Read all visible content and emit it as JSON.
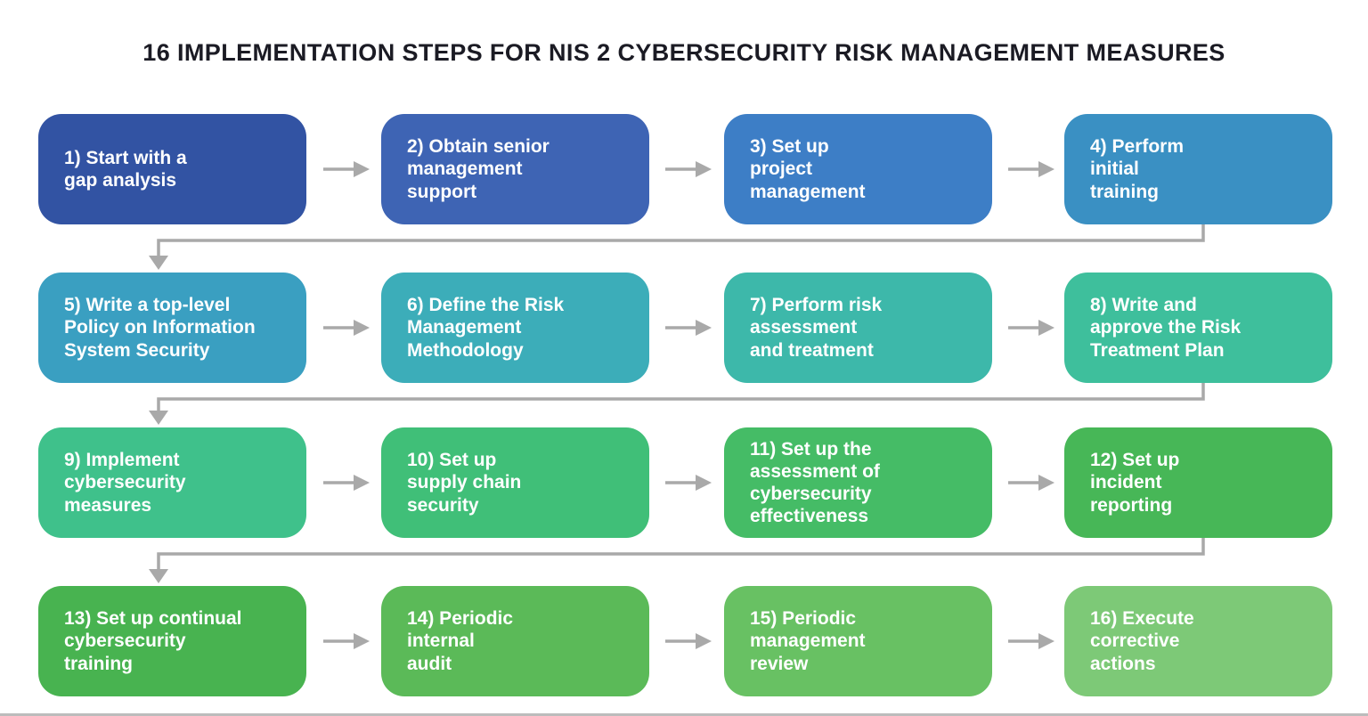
{
  "title": "16 IMPLEMENTATION STEPS FOR NIS 2 CYBERSECURITY RISK MANAGEMENT MEASURES",
  "colors": {
    "title_text": "#1b1b24",
    "step_text": "#ffffff",
    "arrow": "#a9a9a9",
    "background": "#ffffff"
  },
  "diagram": {
    "steps": [
      {
        "text": "1) Start with a\ngap analysis",
        "color": "#3253a3"
      },
      {
        "text": "2) Obtain senior\nmanagement\nsupport",
        "color": "#3e64b4"
      },
      {
        "text": "3) Set up\nproject\nmanagement",
        "color": "#3d7ec6"
      },
      {
        "text": "4) Perform\ninitial\ntraining",
        "color": "#3a90c3"
      },
      {
        "text": "5) Write a top-level\nPolicy on Information\nSystem Security",
        "color": "#3a9fc1"
      },
      {
        "text": "6) Define the Risk\nManagement\nMethodology",
        "color": "#3cadb9"
      },
      {
        "text": "7) Perform risk\nassessment\nand treatment",
        "color": "#3db8aa"
      },
      {
        "text": "8) Write and\napprove the Risk\nTreatment Plan",
        "color": "#3ebf9c"
      },
      {
        "text": "9) Implement\ncybersecurity\nmeasures",
        "color": "#3fc18b"
      },
      {
        "text": "10) Set up\nsupply chain\nsecurity",
        "color": "#40bf78"
      },
      {
        "text": "11) Set up the\nassessment of\ncybersecurity\neffectiveness",
        "color": "#45bc66"
      },
      {
        "text": "12) Set up\nincident\nreporting",
        "color": "#47b757"
      },
      {
        "text": "13) Set up continual\ncybersecurity\ntraining",
        "color": "#48b350"
      },
      {
        "text": "14) Periodic\ninternal\naudit",
        "color": "#5bba58"
      },
      {
        "text": "15) Periodic\nmanagement\nreview",
        "color": "#68c163"
      },
      {
        "text": "16) Execute\ncorrective\nactions",
        "color": "#7dc977"
      }
    ]
  }
}
